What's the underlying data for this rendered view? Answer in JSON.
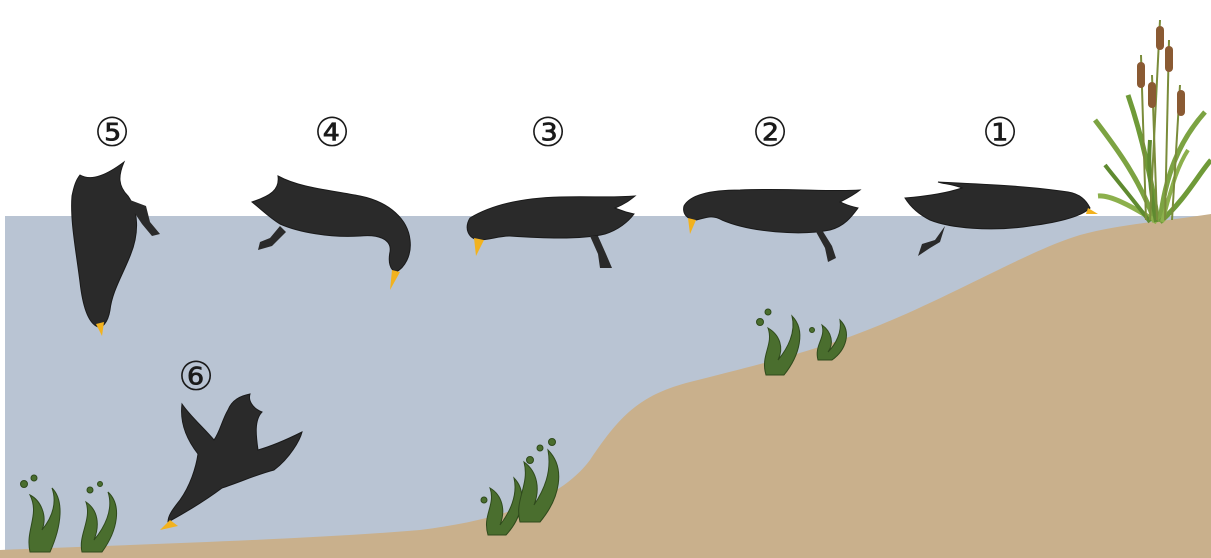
{
  "diagram": {
    "colors": {
      "sky": "#ffffff",
      "water": "#b9c4d3",
      "ground": "#c9b08c",
      "bird": "#2a2a2a",
      "beak": "#f2b21e",
      "weed": "#4a6e2e",
      "reed_leaf": "#7ca342",
      "cattail": "#8a5a33"
    },
    "steps": [
      {
        "label": "①",
        "icon": "swimming-coot-icon"
      },
      {
        "label": "②",
        "icon": "dipping-coot-icon"
      },
      {
        "label": "③",
        "icon": "tilting-coot-icon"
      },
      {
        "label": "④",
        "icon": "jumping-coot-icon"
      },
      {
        "label": "⑤",
        "icon": "diving-coot-icon"
      },
      {
        "label": "⑥",
        "icon": "underwater-coot-icon"
      }
    ]
  }
}
